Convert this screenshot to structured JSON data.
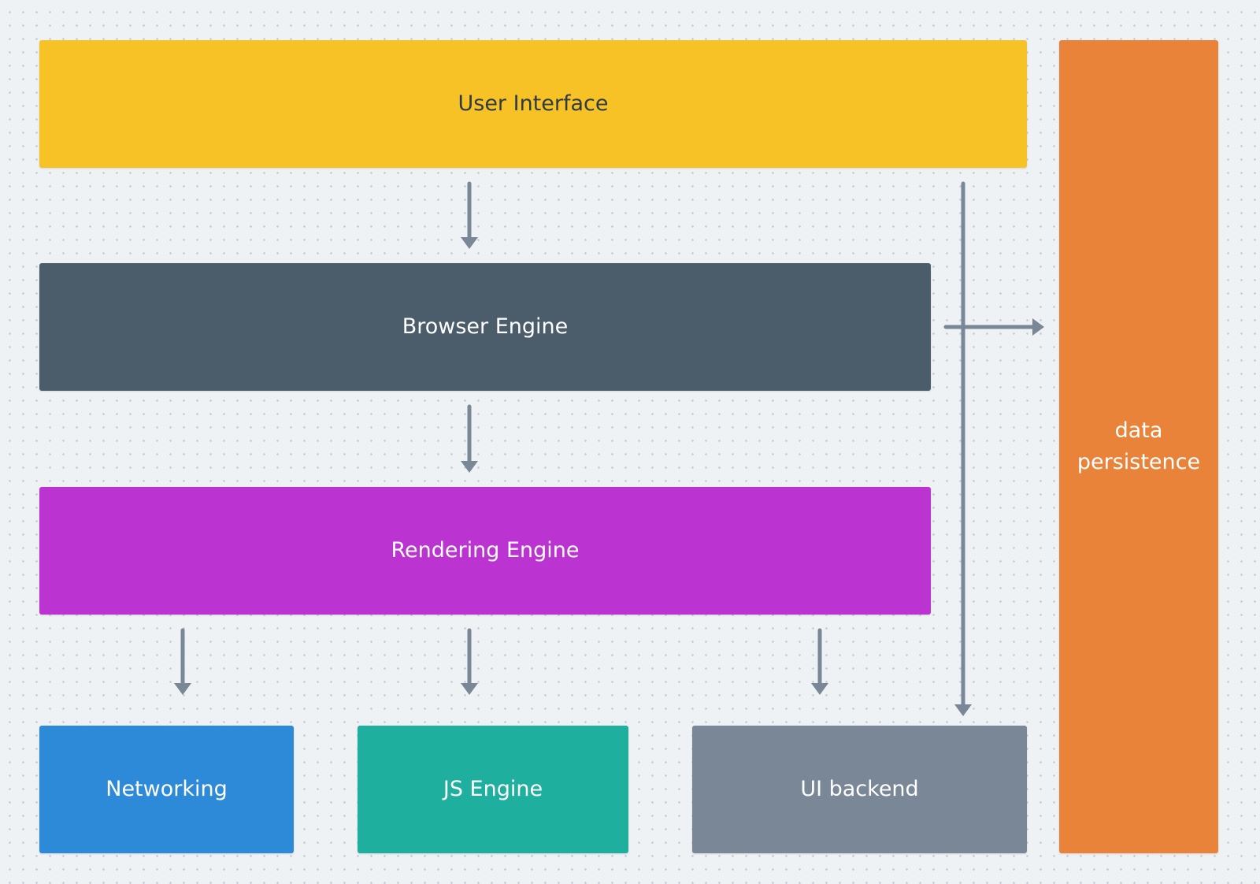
{
  "diagram": {
    "blocks": {
      "user_interface": {
        "label": "User Interface",
        "color": "#f6c226",
        "text_color": "#2f3b47"
      },
      "browser_engine": {
        "label": "Browser Engine",
        "color": "#4b5c6b",
        "text_color": "#ffffff"
      },
      "rendering_engine": {
        "label": "Rendering Engine",
        "color": "#bb33d0",
        "text_color": "#ffffff"
      },
      "networking": {
        "label": "Networking",
        "color": "#2d8ad9",
        "text_color": "#ffffff"
      },
      "js_engine": {
        "label": "JS Engine",
        "color": "#1faf9e",
        "text_color": "#ffffff"
      },
      "ui_backend": {
        "label": "UI backend",
        "color": "#798796",
        "text_color": "#ffffff"
      },
      "data_persistence": {
        "label": "data persistence",
        "color": "#e9833a",
        "text_color": "#ffffff"
      }
    },
    "connections": [
      {
        "from": "User Interface",
        "to": "Browser Engine"
      },
      {
        "from": "User Interface",
        "to": "UI backend"
      },
      {
        "from": "Browser Engine",
        "to": "Rendering Engine"
      },
      {
        "from": "Browser Engine",
        "to": "data persistence"
      },
      {
        "from": "Rendering Engine",
        "to": "Networking"
      },
      {
        "from": "Rendering Engine",
        "to": "JS Engine"
      },
      {
        "from": "Rendering Engine",
        "to": "UI backend"
      }
    ],
    "arrow_color": "#7a8796"
  }
}
